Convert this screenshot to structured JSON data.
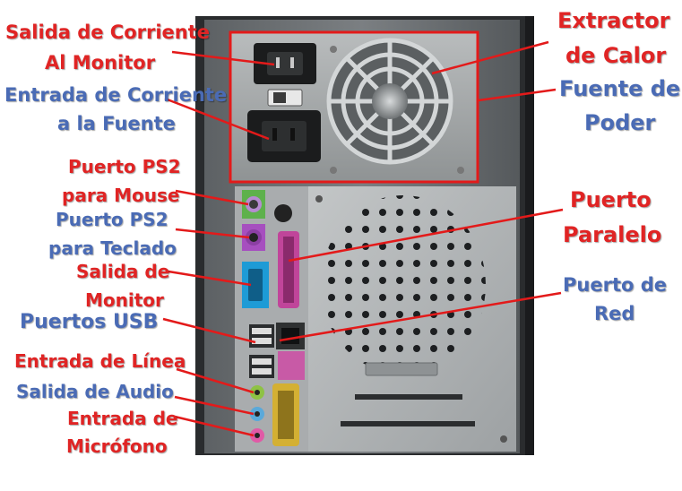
{
  "colors": {
    "label_red": "#e02424",
    "label_blue": "#4a6bb5",
    "pointer_red": "#e31a1a"
  },
  "labels": {
    "salida_corriente_l1": "Salida de Corriente",
    "salida_corriente_l2": "Al Monitor",
    "entrada_corriente_l1": "Entrada de Corriente",
    "entrada_corriente_l2": "a la Fuente",
    "extractor_l1": "Extractor",
    "extractor_l2": "de Calor",
    "fuente_l1": "Fuente de",
    "fuente_l2": "Poder",
    "ps2_mouse_l1": "Puerto PS2",
    "ps2_mouse_l2": "para Mouse",
    "ps2_teclado_l1": "Puerto PS2",
    "ps2_teclado_l2": "para Teclado",
    "salida_monitor_l1": "Salida de",
    "salida_monitor_l2": "Monitor",
    "usb": "Puertos USB",
    "entrada_linea": "Entrada de Línea",
    "salida_audio": "Salida de Audio",
    "microfono_l1": "Entrada de",
    "microfono_l2": "Micrófono",
    "paralelo_l1": "Puerto",
    "paralelo_l2": "Paralelo",
    "red_l1": "Puerto de",
    "red_l2": "Red"
  }
}
